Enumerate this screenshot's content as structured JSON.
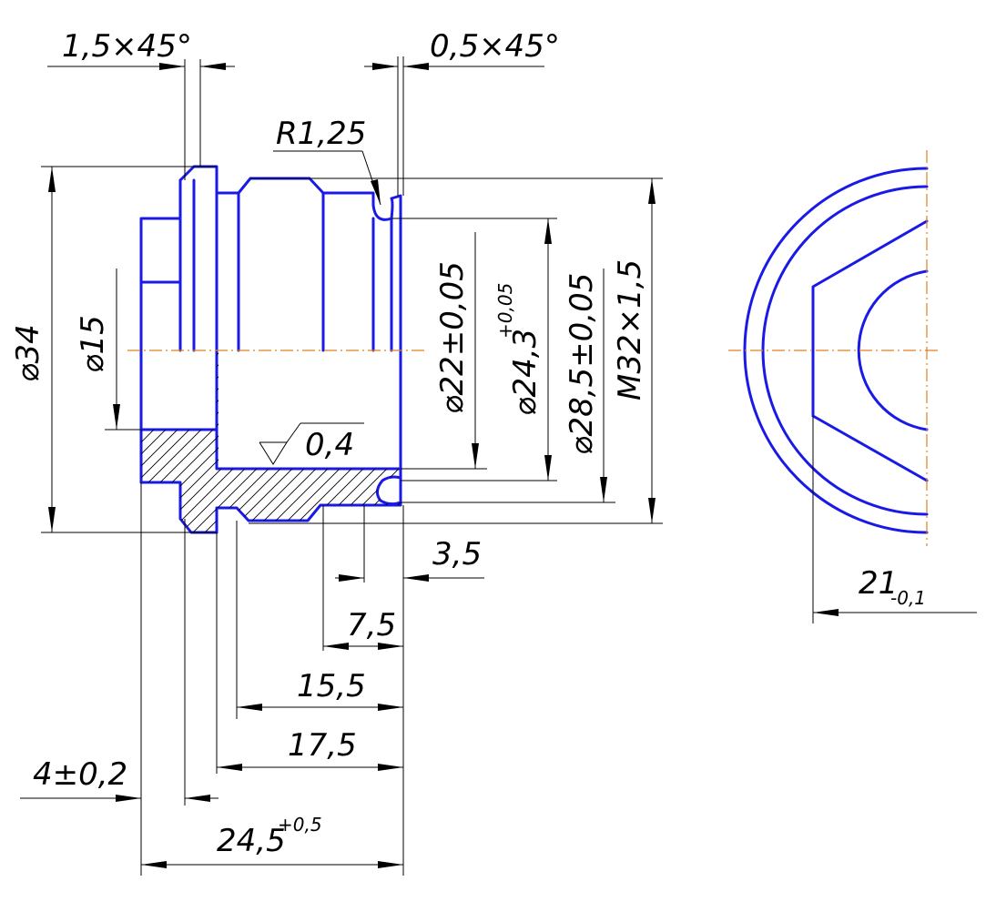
{
  "dimensions": {
    "chamfer_left": "1,5×45°",
    "chamfer_right": "0,5×45°",
    "radius": "R1,25",
    "dia34": "⌀34",
    "dia15": "⌀15",
    "dia22": "⌀22±0,05",
    "dia24_base": "⌀24,3",
    "dia24_tol": "+0,05",
    "dia28": "⌀28,5±0,05",
    "thread": "M32×1,5",
    "roughness": "0,4",
    "len_3_5": "3,5",
    "len_7_5": "7,5",
    "len_15_5": "15,5",
    "len_17_5": "17,5",
    "len_4": "4±0,2",
    "len_24_base": "24,5",
    "len_24_tol": "+0,5",
    "width_21_base": "21",
    "width_21_tol": "-0,1"
  }
}
